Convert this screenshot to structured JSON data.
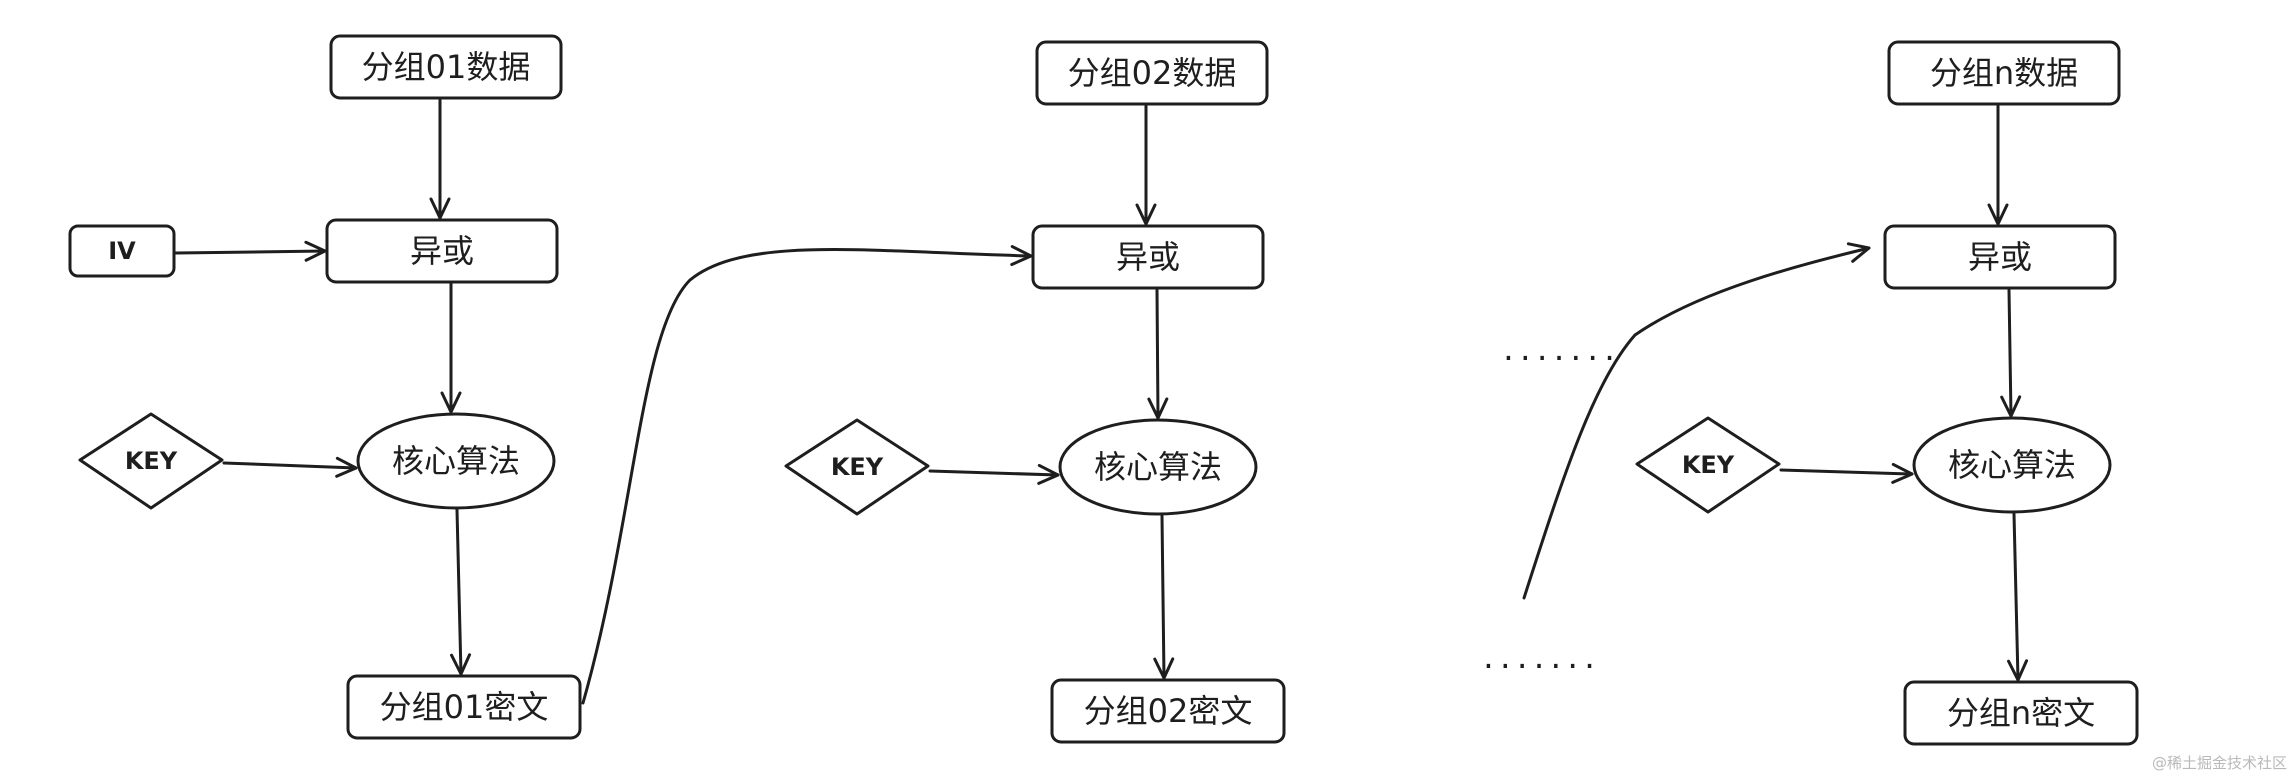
{
  "groups": [
    {
      "data": "分组01数据",
      "xor": "异或",
      "core": "核心算法",
      "cipher": "分组01密文",
      "key": "KEY"
    },
    {
      "data": "分组02数据",
      "xor": "异或",
      "core": "核心算法",
      "cipher": "分组02密文",
      "key": "KEY"
    },
    {
      "data": "分组n数据",
      "xor": "异或",
      "core": "核心算法",
      "cipher": "分组n密文",
      "key": "KEY"
    }
  ],
  "iv": "IV",
  "ellipsis_top": ".......",
  "ellipsis_bottom": ".......",
  "watermark": "@稀土掘金技术社区"
}
